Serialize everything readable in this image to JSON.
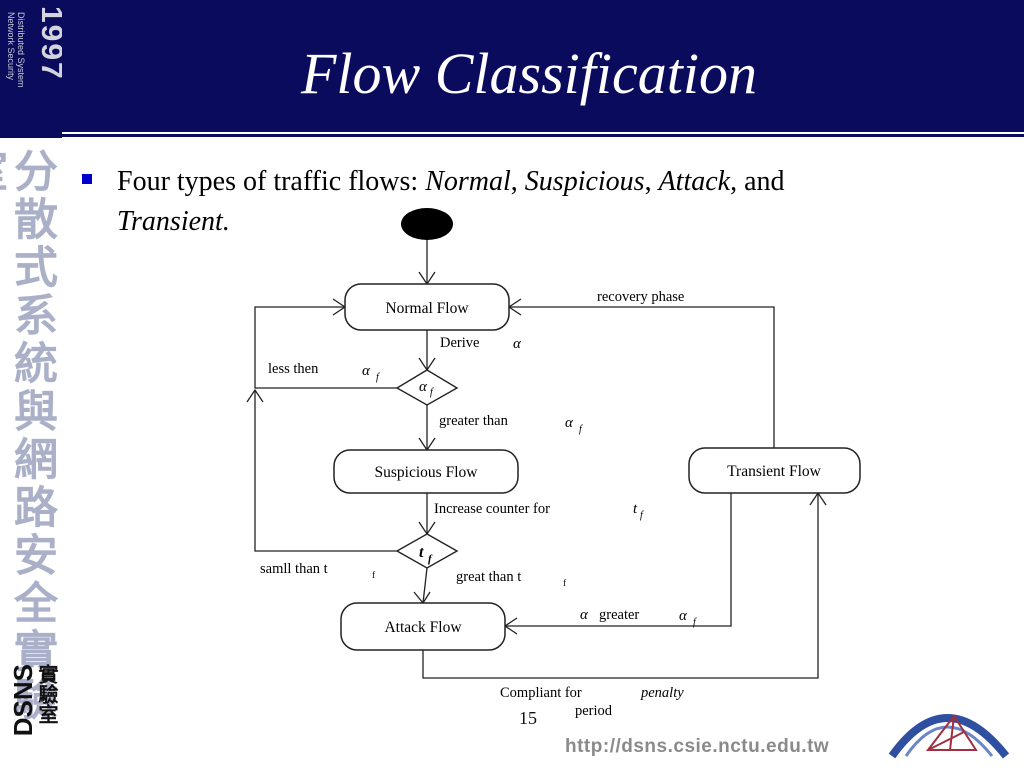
{
  "slide": {
    "title": "Flow Classification",
    "bullet": {
      "prefix": "Four types of traffic flows: ",
      "normal": "Normal",
      "sep1": ",  ",
      "suspicious": "Suspicious",
      "sep2": ", ",
      "attack": "Attack",
      "sep3": ", and",
      "transient": "Transient",
      "end": "."
    },
    "page_number": "15",
    "footer_url": "http://dsns.csie.nctu.edu.tw"
  },
  "sidebar": {
    "year": "1997",
    "sub_line1": "Distributed System",
    "sub_line2": "Network Security",
    "cjk_name": "分散式系統與網路安全實驗室",
    "dsns": "DSNS",
    "dsns_cjk": "實驗室"
  },
  "diagram": {
    "nodes": {
      "normal": "Normal Flow",
      "suspicious": "Suspicious Flow",
      "attack": "Attack Flow",
      "transient": "Transient Flow"
    },
    "decisions": {
      "alpha": "α",
      "alpha_sub": "f",
      "t": "t",
      "t_sub": "f"
    },
    "labels": {
      "derive": "Derive",
      "alpha": "α",
      "less_then": "less then",
      "greater_than": "greater than",
      "increase_counter": "Increase counter for",
      "t": "t",
      "f": "f",
      "small_than": "samll than t",
      "great_than": "great than t",
      "alpha_greater": "greater",
      "recovery": "recovery phase",
      "compliant": "Compliant for",
      "penalty": "penalty",
      "period": "period"
    }
  },
  "colors": {
    "header_bg": "#0b0b5e",
    "bullet": "#0000cc"
  }
}
